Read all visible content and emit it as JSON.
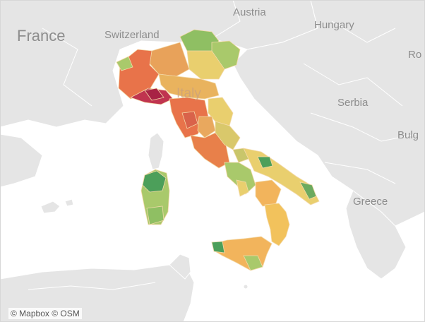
{
  "map": {
    "labels": {
      "france": "France",
      "switzerland": "Switzerland",
      "austria": "Austria",
      "hungary": "Hungary",
      "romania_partial": "Ro",
      "italy": "Italy",
      "serbia": "Serbia",
      "bulgaria_partial": "Bulg",
      "greece": "Greece"
    },
    "attribution": "© Mapbox © OSM",
    "colors": {
      "water": "#ffffff",
      "land": "#e6e6e6",
      "border": "#ffffff",
      "scale_high": "#c0344f",
      "scale_mid_high": "#e8734a",
      "scale_mid": "#f2b45c",
      "scale_mid_low": "#e9cf6e",
      "scale_low": "#a9c96b",
      "scale_lowest": "#4c9f5a"
    }
  }
}
